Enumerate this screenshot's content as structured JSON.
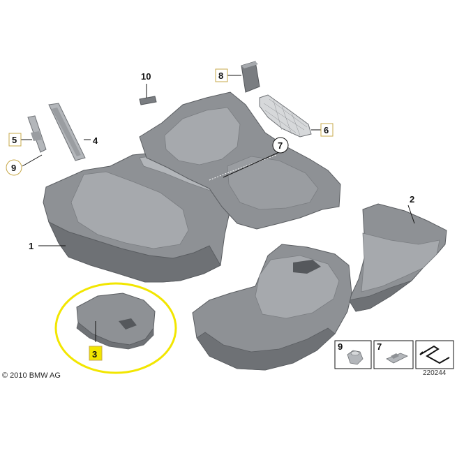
{
  "callouts": {
    "p1": "1",
    "p2": "2",
    "p3": "3",
    "p4": "4",
    "p5": "5",
    "p6": "6",
    "p7": "7",
    "p8": "8",
    "p9": "9",
    "p10": "10"
  },
  "legend": {
    "item_9": "9",
    "item_7": "7"
  },
  "footer": {
    "copyright": "© 2010 BMW AG",
    "drawing_number": "220244"
  },
  "colors": {
    "part_fill": "#8e9195",
    "part_shadow": "#6e7175",
    "part_light": "#b3b6ba",
    "highlight_ring": "#f2e600",
    "label_box_border": "#c7a84a",
    "label_box_active": "#f2e600"
  }
}
